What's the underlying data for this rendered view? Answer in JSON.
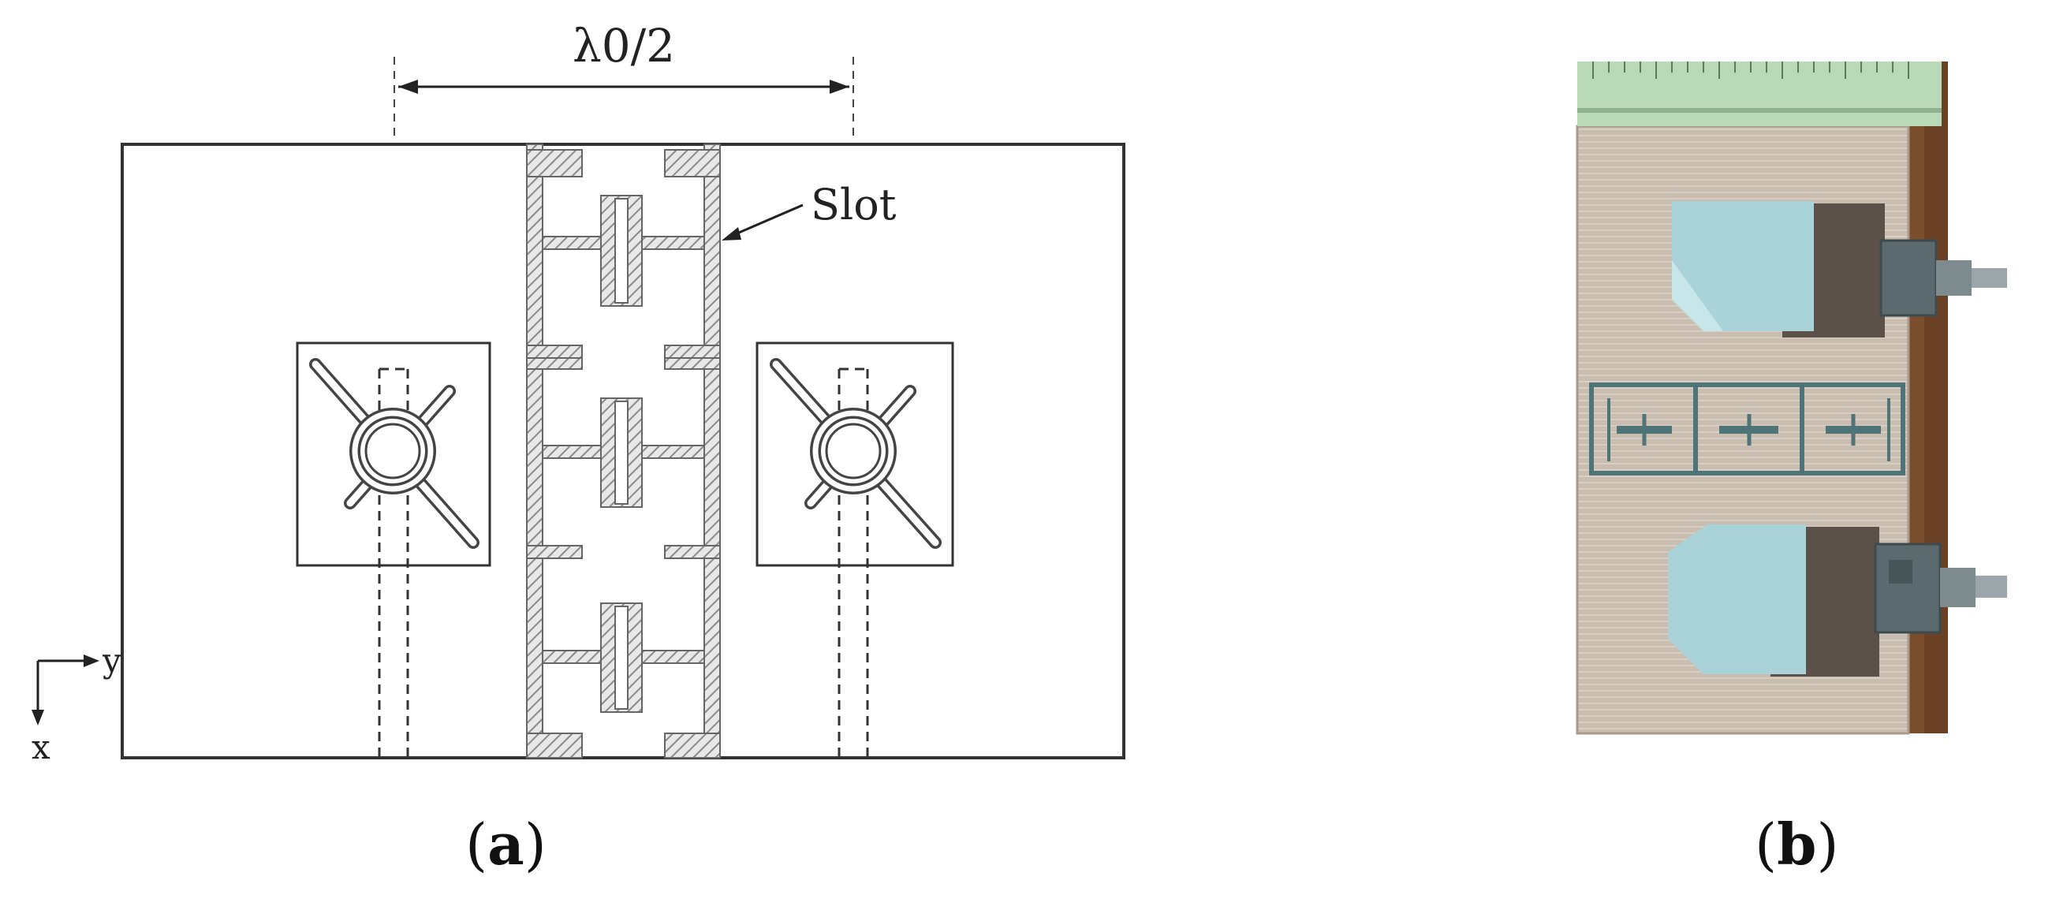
{
  "panel_a": {
    "dimension_label": "λ0/2",
    "slot_label": "Slot",
    "axis_y_label": "y",
    "axis_x_label": "x",
    "caption_letter": "a"
  },
  "panel_b": {
    "caption_letter": "b"
  },
  "colors": {
    "line": "#333333",
    "hatch": "#999999",
    "substrate": "#cfc3b6",
    "block": "#a9d3d8",
    "connector": "#5b6a6e",
    "ruler": "#b9d9b7",
    "wood": "#7a4d2c"
  }
}
